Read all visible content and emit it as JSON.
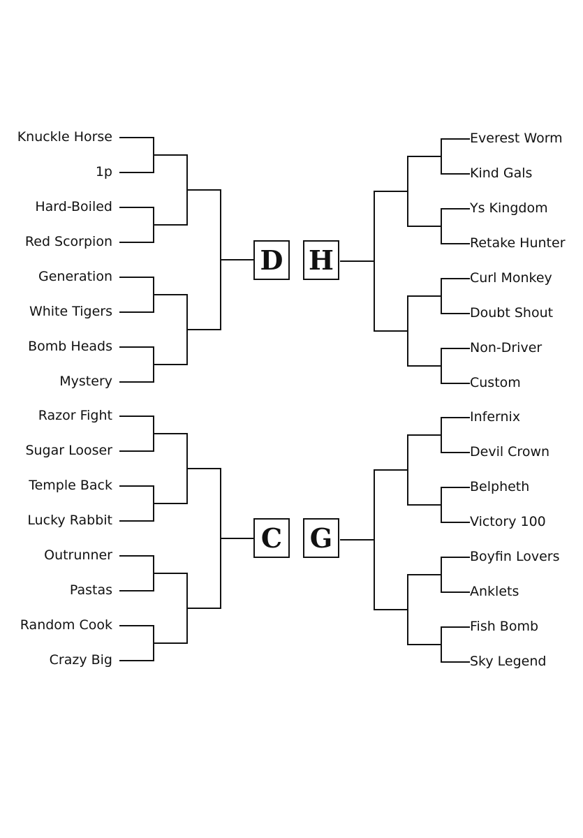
{
  "quadrants": {
    "top_left": {
      "letter": "D",
      "teams": [
        "Knuckle Horse",
        "1p",
        "Hard-Boiled",
        "Red Scorpion",
        "Generation",
        "White Tigers",
        "Bomb Heads",
        "Mystery"
      ]
    },
    "top_right": {
      "letter": "H",
      "teams": [
        "Everest Worm",
        "Kind Gals",
        "Ys Kingdom",
        "Retake Hunter",
        "Curl Monkey",
        "Doubt Shout",
        "Non-Driver",
        "Custom"
      ]
    },
    "bottom_left": {
      "letter": "C",
      "teams": [
        "Razor Fight",
        "Sugar Looser",
        "Temple Back",
        "Lucky Rabbit",
        "Outrunner",
        "Pastas",
        "Random Cook",
        "Crazy Big"
      ]
    },
    "bottom_right": {
      "letter": "G",
      "teams": [
        "Infernix",
        "Devil Crown",
        "Belpheth",
        "Victory 100",
        "Boyfin Lovers",
        "Anklets",
        "Fish Bomb",
        "Sky Legend"
      ]
    }
  },
  "colors": {
    "line": "#111111",
    "background": "#ffffff"
  }
}
